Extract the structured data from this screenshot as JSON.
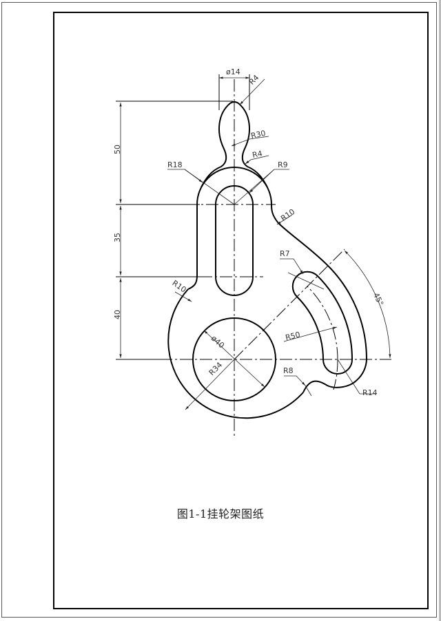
{
  "drawing": {
    "caption": "图1-1挂轮架图纸",
    "line_color": "#000000",
    "dimension_color": "#333333",
    "dimensions": {
      "top_diameter": "ø14",
      "top_radius": "R4",
      "neck_radius_large": "R30",
      "neck_radius_small": "R4",
      "outer_arc_radius": "R18",
      "inner_slot_radius": "R9",
      "blend_radius_right": "R10",
      "blend_radius_left": "R10",
      "arc_slot_end_radius": "R7",
      "arc_slot_center_radius": "R50",
      "arc_outer_radius": "R14",
      "blend_radius_bottom": "R8",
      "hole_diameter": "ø40",
      "hub_radius": "R34",
      "angle": "45°",
      "vertical_50": "50",
      "vertical_35": "35",
      "vertical_40": "40"
    }
  }
}
